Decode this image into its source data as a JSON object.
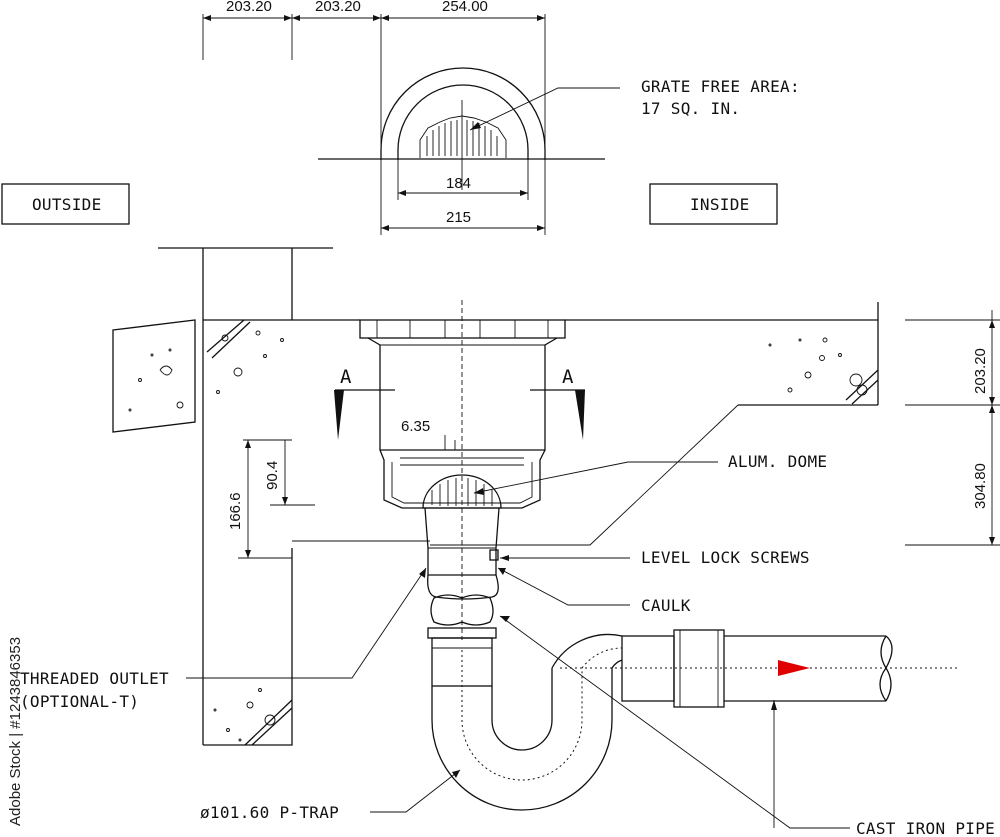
{
  "labels": {
    "grate_area_line1": "GRATE FREE AREA:",
    "grate_area_line2": "17 SQ. IN.",
    "outside": "OUTSIDE",
    "inside": "INSIDE",
    "section_mark": "A",
    "alum_dome": "ALUM. DOME",
    "level_lock_screws": "LEVEL LOCK SCREWS",
    "caulk": "CAULK",
    "threaded_outlet_line1": "THREADED OUTLET",
    "threaded_outlet_line2": "(OPTIONAL-T)",
    "p_trap": "ø101.60 P-TRAP",
    "cast_iron_pipe": "CAST IRON PIPE"
  },
  "dimensions": {
    "top_a": "203.20",
    "top_b": "203.20",
    "top_c": "254.00",
    "grate_inner": "184",
    "grate_outer": "215",
    "gap": "6.35",
    "height_total": "166.6",
    "height_part": "90.4",
    "right_upper": "203.20",
    "right_lower": "304.80"
  },
  "watermark": {
    "text": "Adobe Stock | #1243846353"
  },
  "colors": {
    "line": "#111111",
    "flow_arrow": "#e00000"
  }
}
